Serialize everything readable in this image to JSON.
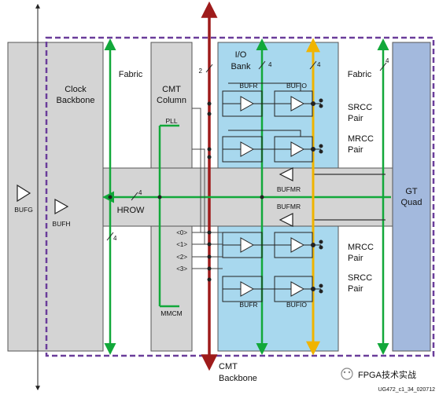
{
  "labels": {
    "clock_backbone": [
      "Clock",
      "Backbone"
    ],
    "fabric_left": "Fabric",
    "fabric_right": "Fabric",
    "cmt_column": [
      "CMT",
      "Column"
    ],
    "io_bank": [
      "I/O",
      "Bank"
    ],
    "pll": "PLL",
    "mmcm": "MMCM",
    "hrow": "HROW",
    "bufg": "BUFG",
    "bufh": "BUFH",
    "bufr": "BUFR",
    "bufio": "BUFIO",
    "bufmr": "BUFMR",
    "srcc_pair": [
      "SRCC",
      "Pair"
    ],
    "mrcc_pair": [
      "MRCC",
      "Pair"
    ],
    "gt_quad": [
      "GT",
      "Quad"
    ],
    "cmt_backbone": [
      "CMT",
      "Backbone"
    ],
    "bus_4": "4",
    "bus_2": "2",
    "sel0": "<0>",
    "sel1": "<1>",
    "sel2": "<2>",
    "sel3": "<3>",
    "watermark": "FPGA技术实战",
    "figure_id": "UG472_c1_34_020712"
  },
  "colors": {
    "region_gray": "#d4d4d4",
    "io_blue": "#a8d8ee",
    "gt_blue": "#a3b9dd",
    "clock_green": "#12a83a",
    "cmt_red": "#9e1b1b",
    "bufio_yellow": "#f0b400",
    "dash_purple": "#6a3d9a"
  }
}
